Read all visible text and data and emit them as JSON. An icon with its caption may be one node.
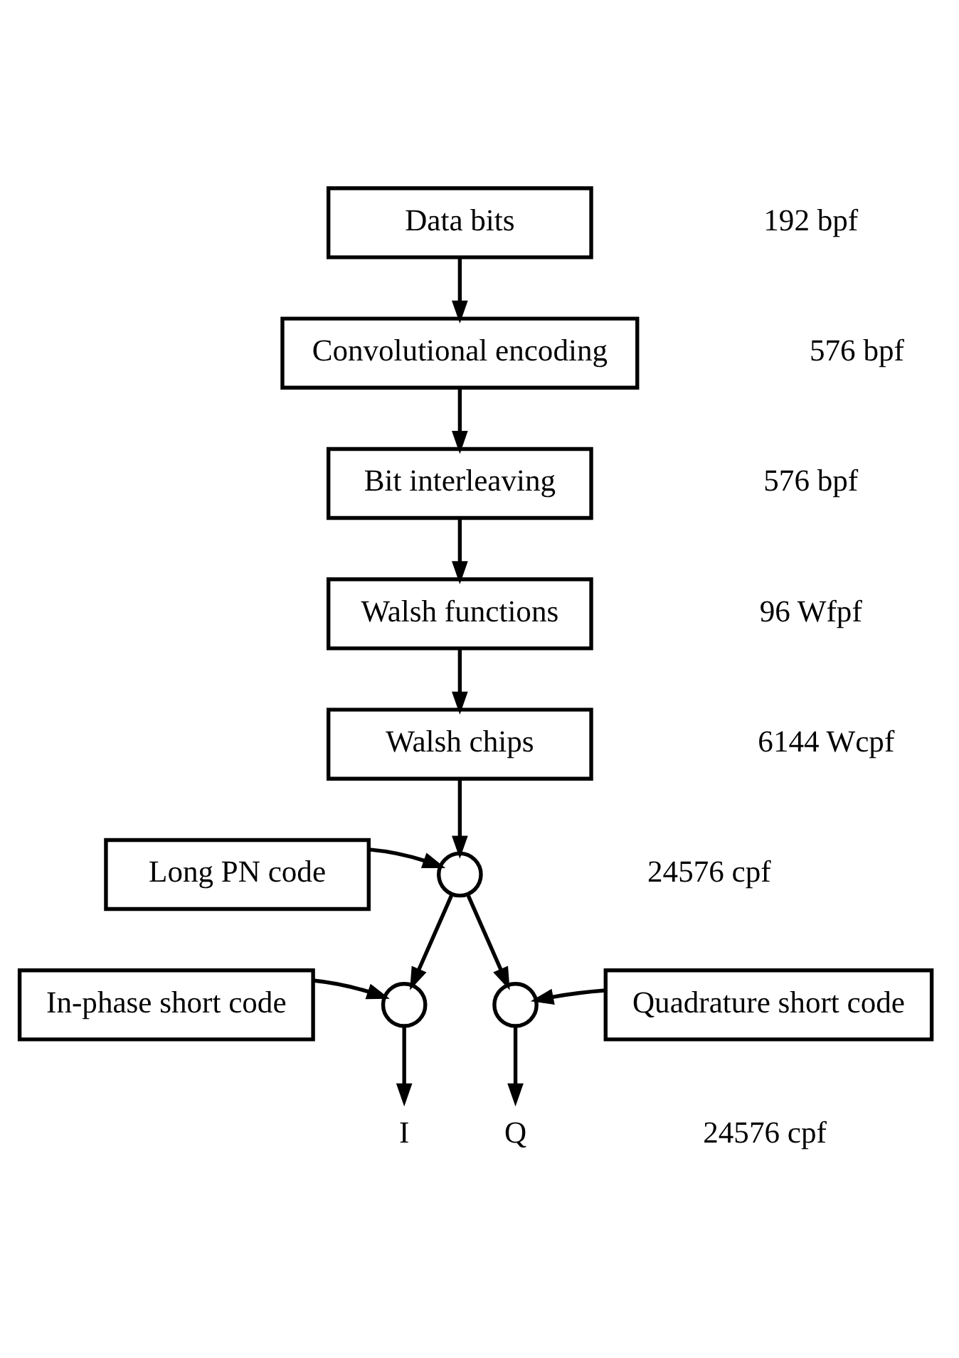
{
  "diagram": {
    "nodes": [
      {
        "text": [
          "Data bits"
        ]
      },
      {
        "text": [
          "Convolutional encoding"
        ]
      },
      {
        "text": [
          "Bit interleaving"
        ]
      },
      {
        "text": [
          "Walsh functions"
        ]
      },
      {
        "text": [
          "Walsh chips"
        ]
      },
      {
        "text": [
          "Long PN code"
        ]
      },
      {
        "text": [],
        "shape": "circle"
      },
      {
        "text": [
          "In-phase short code"
        ]
      },
      {
        "text": [],
        "shape": "circle"
      },
      {
        "text": [],
        "shape": "circle"
      },
      {
        "text": [
          "Quadrature short code"
        ]
      },
      {
        "text": [
          "I"
        ]
      },
      {
        "text": [
          "Q"
        ]
      }
    ],
    "edges": [
      {
        "from": 0,
        "to": 1,
        "arrow": "to"
      },
      {
        "from": 1,
        "to": 2,
        "arrow": "to"
      },
      {
        "from": 2,
        "to": 3,
        "arrow": "to"
      },
      {
        "from": 3,
        "to": 4,
        "arrow": "to"
      },
      {
        "from": 4,
        "to": 6,
        "arrow": "to"
      },
      {
        "from": 5,
        "to": 6,
        "arrow": "to"
      },
      {
        "from": 6,
        "to": 8,
        "arrow": "to"
      },
      {
        "from": 6,
        "to": 9,
        "arrow": "to"
      },
      {
        "from": 7,
        "to": 8,
        "arrow": "to"
      },
      {
        "from": 10,
        "to": 9,
        "arrow": "to"
      },
      {
        "from": 8,
        "to": 11,
        "arrow": "to"
      },
      {
        "from": 9,
        "to": 12,
        "arrow": "to"
      }
    ],
    "labels": [
      "192 bpf",
      "576 bpf",
      "576 bpf",
      "96 Wfpf",
      "6144 Wcpf",
      "24576 cpf",
      "24576 cpf"
    ]
  }
}
